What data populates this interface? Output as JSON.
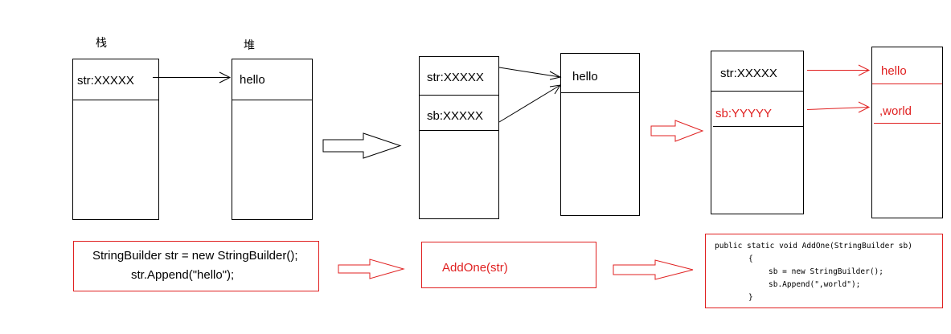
{
  "diagram": {
    "stage1": {
      "stack_label": "栈",
      "heap_label": "堆",
      "stack_cell": "str:XXXXX",
      "heap_cell": "hello",
      "code_line1": "StringBuilder str = new StringBuilder();",
      "code_line2": "str.Append(\"hello\");"
    },
    "stage2": {
      "stack_cell1": "str:XXXXX",
      "stack_cell2": "sb:XXXXX",
      "heap_cell": "hello",
      "call_text": "AddOne(str)"
    },
    "stage3": {
      "stack_cell1": "str:XXXXX",
      "stack_cell2": "sb:YYYYY",
      "heap_cell1": "hello",
      "heap_cell2": ",world",
      "code_lines": [
        "public static void AddOne(StringBuilder sb)",
        "{",
        "sb = new StringBuilder();",
        "sb.Append(\",world\");",
        "}"
      ]
    },
    "colors": {
      "ink": "#000000",
      "highlight": "#e02020"
    }
  }
}
